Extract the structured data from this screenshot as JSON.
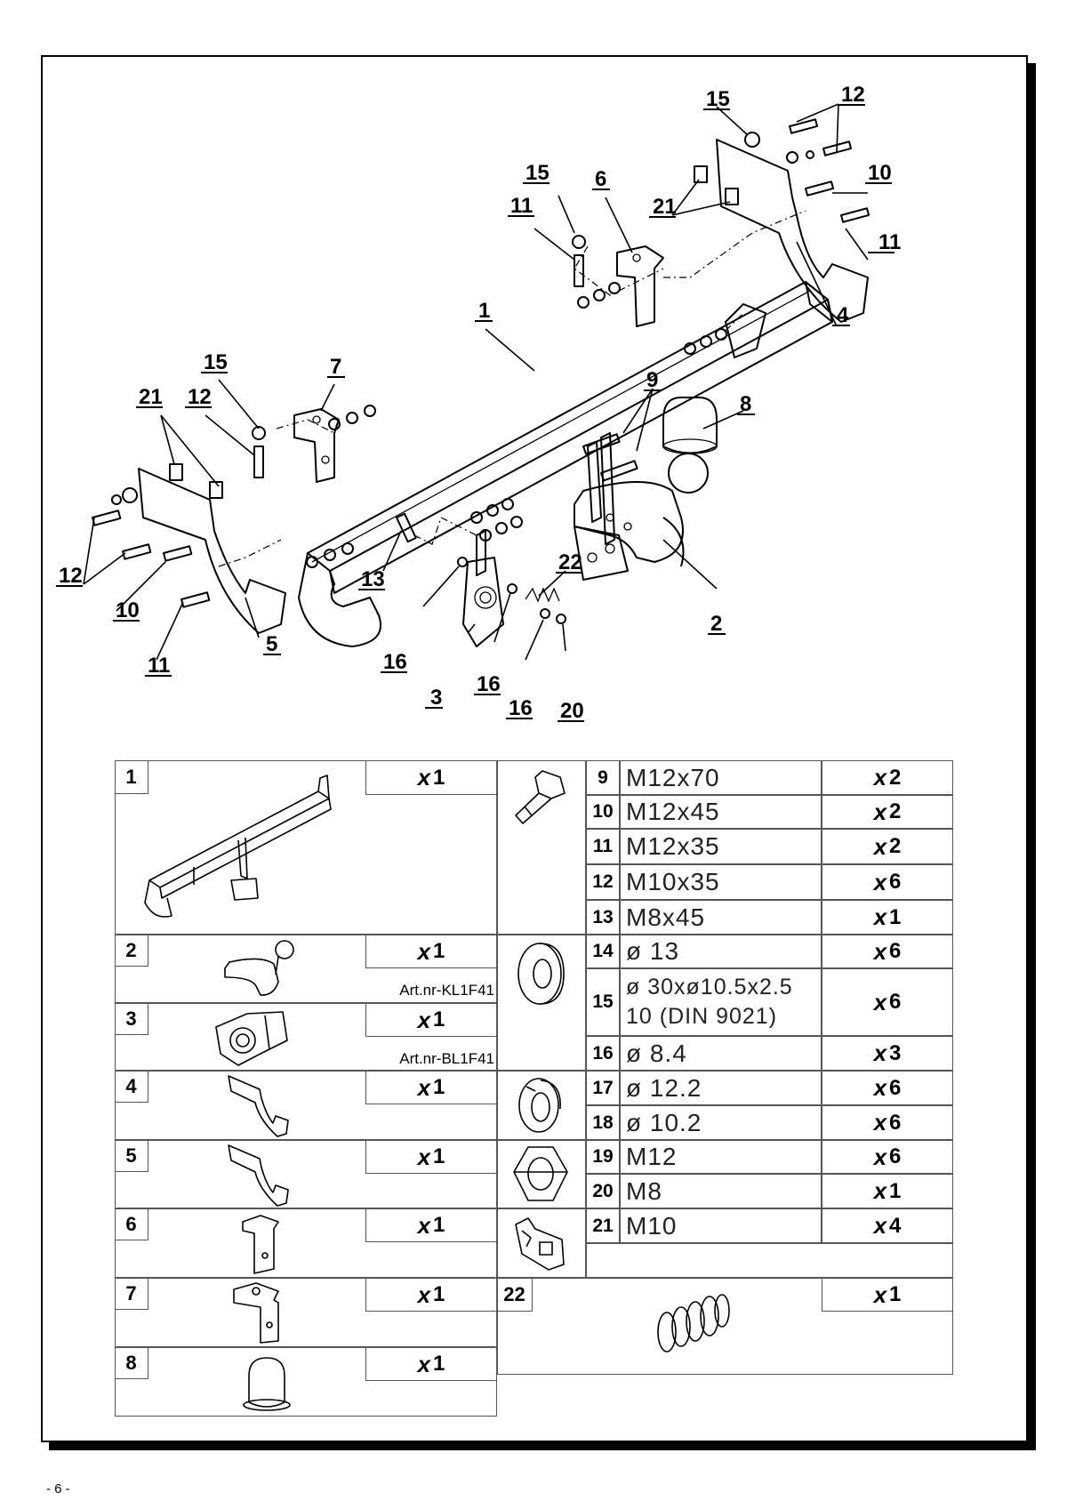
{
  "page_number": "- 6 -",
  "diagram": {
    "callouts": [
      "15",
      "12",
      "10",
      "11",
      "4",
      "21",
      "15",
      "11",
      "6",
      "1",
      "15",
      "7",
      "21",
      "12",
      "12",
      "10",
      "11",
      "5",
      "13",
      "9",
      "8",
      "22",
      "2",
      "16",
      "3",
      "16",
      "16",
      "20"
    ]
  },
  "parts": [
    {
      "num": "1",
      "qty": "1",
      "art": "",
      "icon": "tow-bar-beam-icon"
    },
    {
      "num": "2",
      "qty": "1",
      "art": "Art.nr-KL1F41",
      "icon": "tow-ball-neck-icon"
    },
    {
      "num": "3",
      "qty": "1",
      "art": "Art.nr-BL1F41",
      "icon": "socket-plate-icon"
    },
    {
      "num": "4",
      "qty": "1",
      "art": "",
      "icon": "side-bracket-icon"
    },
    {
      "num": "5",
      "qty": "1",
      "art": "",
      "icon": "side-bracket-icon"
    },
    {
      "num": "6",
      "qty": "1",
      "art": "",
      "icon": "angle-bracket-icon"
    },
    {
      "num": "7",
      "qty": "1",
      "art": "",
      "icon": "angle-bracket-icon"
    },
    {
      "num": "8",
      "qty": "1",
      "art": "",
      "icon": "ball-cover-icon"
    }
  ],
  "hardware": [
    {
      "num": "9",
      "spec": "M12x70",
      "qty": "2"
    },
    {
      "num": "10",
      "spec": "M12x45",
      "qty": "2"
    },
    {
      "num": "11",
      "spec": "M12x35",
      "qty": "2"
    },
    {
      "num": "12",
      "spec": "M10x35",
      "qty": "6"
    },
    {
      "num": "13",
      "spec": "M8x45",
      "qty": "1"
    },
    {
      "num": "14",
      "spec": "ø 13",
      "qty": "6"
    },
    {
      "num": "15",
      "spec": "ø 30xø10.5x2.5",
      "spec2": "10   (DIN 9021)",
      "qty": "6"
    },
    {
      "num": "16",
      "spec": "ø 8.4",
      "qty": "3"
    },
    {
      "num": "17",
      "spec": "ø 12.2",
      "qty": "6"
    },
    {
      "num": "18",
      "spec": "ø 10.2",
      "qty": "6"
    },
    {
      "num": "19",
      "spec": "M12",
      "qty": "6"
    },
    {
      "num": "20",
      "spec": "M8",
      "qty": "1"
    },
    {
      "num": "21",
      "spec": "M10",
      "qty": "4"
    }
  ],
  "spring": {
    "num": "22",
    "qty": "1"
  },
  "qty_prefix": "x",
  "icons": [
    "bolt-icon",
    "flat-washer-icon",
    "spring-washer-icon",
    "hex-nut-icon",
    "cage-nut-icon",
    "coil-spring-icon"
  ]
}
